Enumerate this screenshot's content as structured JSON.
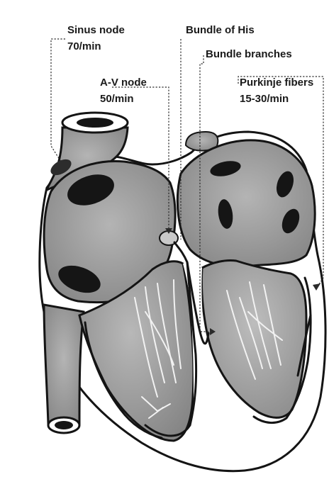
{
  "labels": {
    "sinus_node": {
      "name": "Sinus node",
      "rate": "70/min"
    },
    "bundle_of_his": {
      "name": "Bundle of His"
    },
    "bundle_branches": {
      "name": "Bundle branches"
    },
    "av_node": {
      "name": "A-V node",
      "rate": "50/min"
    },
    "purkinje_fibers": {
      "name": "Purkinje fibers",
      "rate": "15-30/min"
    }
  },
  "colors": {
    "tissue_grey": "#a9a9a9",
    "chamber_grey": "#8e8e8e",
    "dark_opening": "#151515",
    "outline": "#141414",
    "background": "#ffffff"
  }
}
